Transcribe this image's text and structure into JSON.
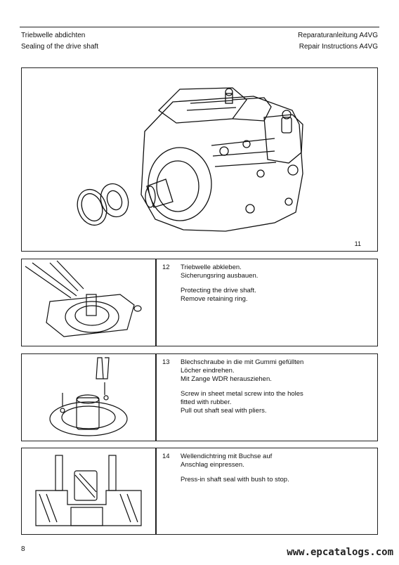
{
  "header": {
    "left_line1": "Triebwelle abdichten",
    "left_line2": "Sealing of the drive shaft",
    "right_line1": "Reparaturanleitung A4VG",
    "right_line2": "Repair Instructions A4VG"
  },
  "main_figure": {
    "number": "11"
  },
  "steps": [
    {
      "number": "12",
      "text_de": "Triebwelle abkleben.\nSicherungsring ausbauen.",
      "text_en": "Protecting the drive shaft.\nRemove retaining ring."
    },
    {
      "number": "13",
      "text_de": "Blechschraube in die mit Gummi gefüllten\nLöcher eindrehen.\nMit Zange WDR herausziehen.",
      "text_en": "Screw in sheet metal screw into the holes\nfitted with rubber.\nPull out shaft seal with pliers."
    },
    {
      "number": "14",
      "text_de": "Wellendichtring mit Buchse auf\nAnschlag einpressen.",
      "text_en": "Press-in shaft seal with bush to stop."
    }
  ],
  "footer": {
    "page_number": "8",
    "watermark": "www.epcatalogs.com"
  }
}
